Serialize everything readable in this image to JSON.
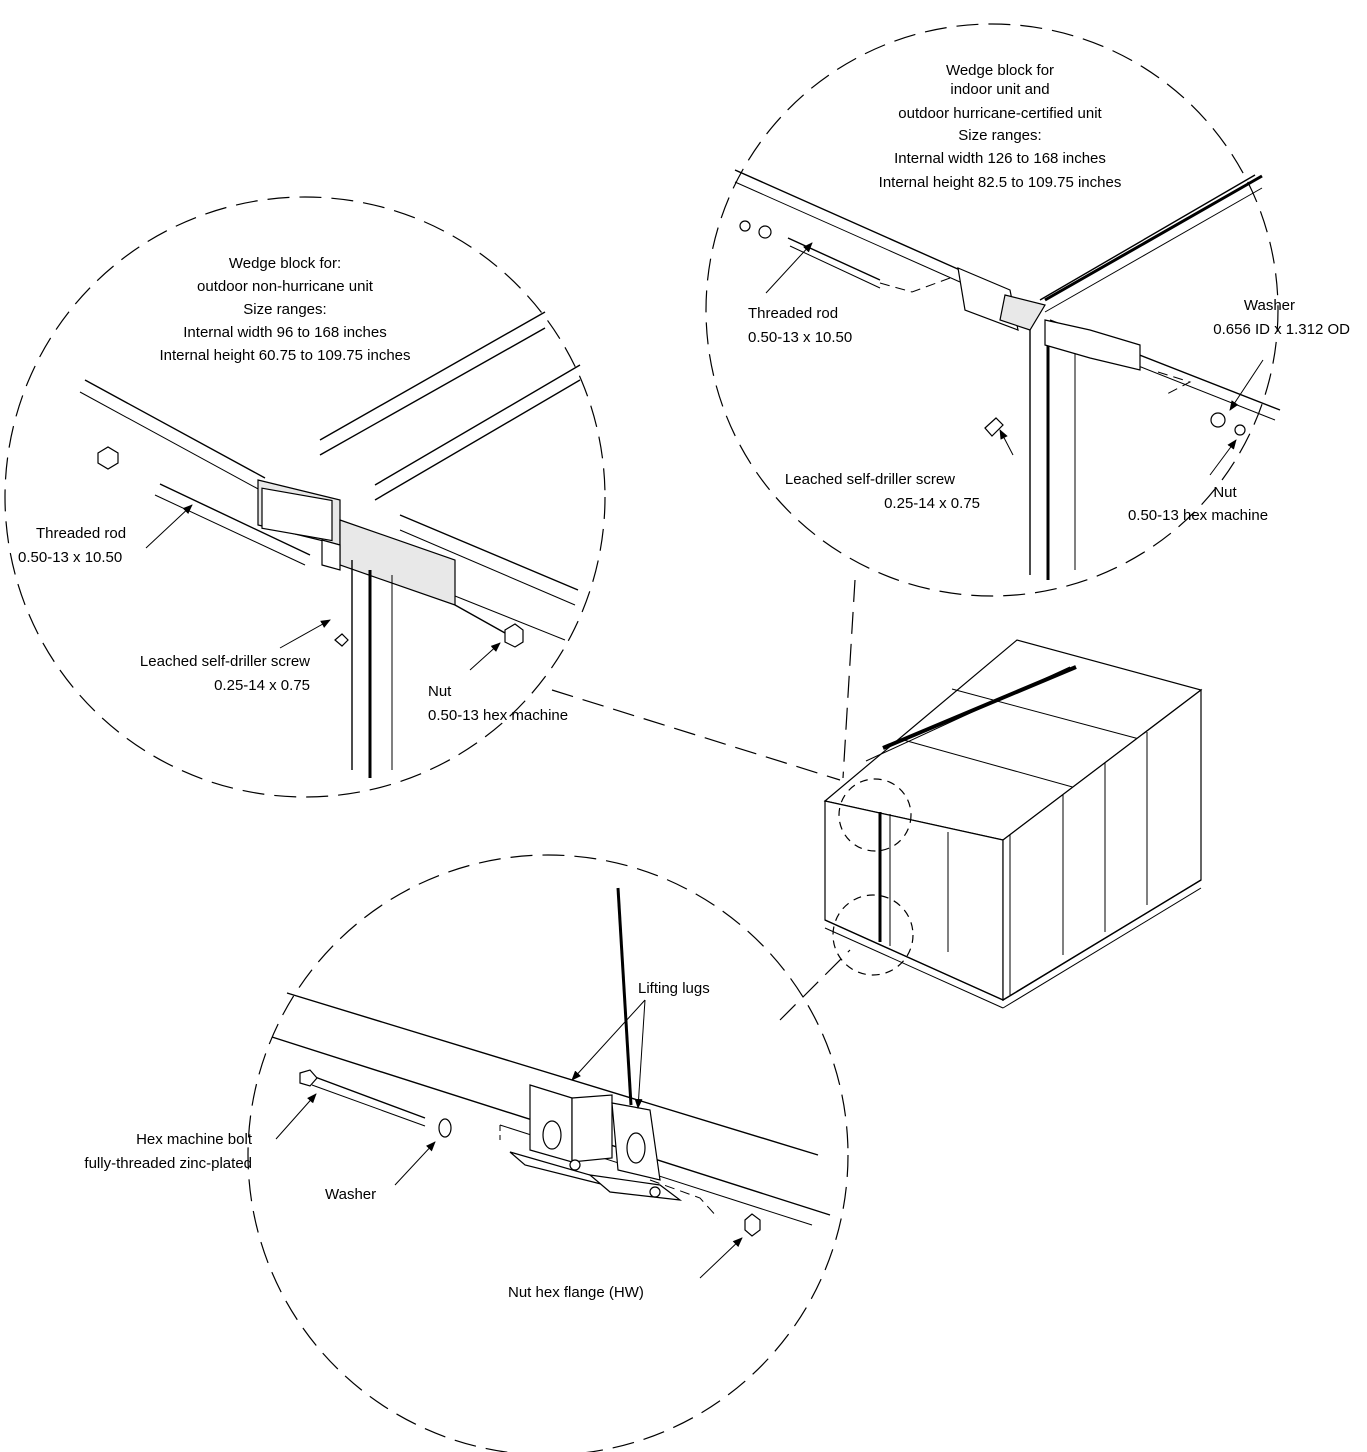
{
  "detail_top_right": {
    "title_lines": [
      "Wedge block for",
      "indoor unit and",
      "outdoor hurricane-certified unit",
      "Size ranges:",
      "Internal width 126 to 168 inches",
      "Internal height 82.5 to 109.75 inches"
    ],
    "threaded_rod": [
      "Threaded rod",
      "0.50-13 x 10.50"
    ],
    "washer": [
      "Washer",
      "0.656 ID x 1.312 OD"
    ],
    "screw": [
      "Leached self-driller screw",
      "0.25-14 x 0.75"
    ],
    "nut": [
      "Nut",
      "0.50-13 hex machine"
    ]
  },
  "detail_left": {
    "title_lines": [
      "Wedge block for:",
      "outdoor non-hurricane unit",
      "Size ranges:",
      "Internal width 96 to 168 inches",
      "Internal height 60.75 to 109.75 inches"
    ],
    "threaded_rod": [
      "Threaded rod",
      "0.50-13 x 10.50"
    ],
    "screw": [
      "Leached self-driller screw",
      "0.25-14 x 0.75"
    ],
    "nut": [
      "Nut",
      "0.50-13 hex machine"
    ]
  },
  "detail_bottom": {
    "lifting_lugs": "Lifting lugs",
    "bolt": [
      "Hex machine bolt",
      "fully-threaded zinc-plated"
    ],
    "washer": "Washer",
    "nut": "Nut hex flange (HW)"
  }
}
